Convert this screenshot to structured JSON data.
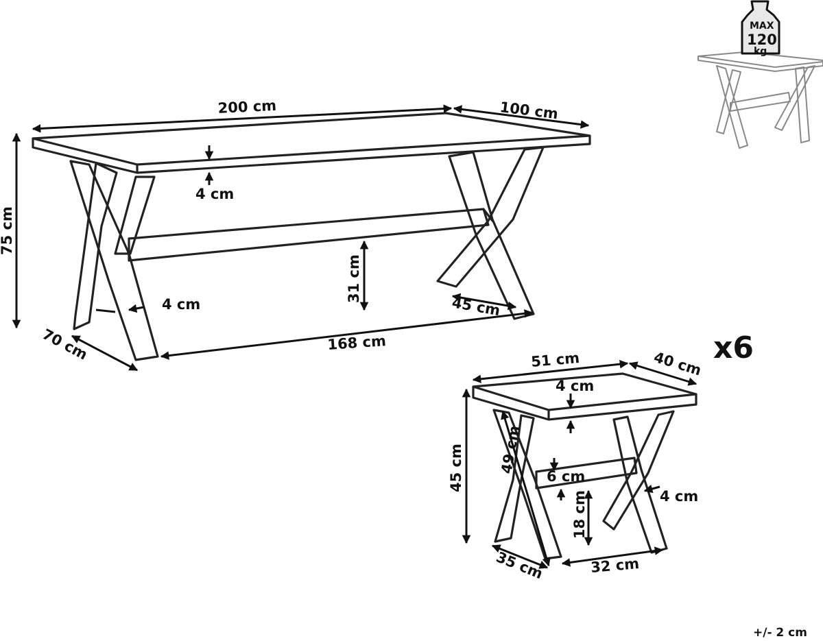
{
  "table": {
    "length": "200 cm",
    "width": "100 cm",
    "height": "75 cm",
    "top_thickness": "4 cm",
    "leg_thickness": "4 cm",
    "stretcher_height": "31 cm",
    "leg_base": "45 cm",
    "leg_spread": "168 cm",
    "depth": "70 cm"
  },
  "stool": {
    "quantity": "x6",
    "length": "51 cm",
    "width": "40 cm",
    "top_thickness": "4 cm",
    "height": "45 cm",
    "leg_length": "49 cm",
    "stretcher": "6 cm",
    "leg_thickness": "4 cm",
    "stretcher_height": "18 cm",
    "base_depth": "35 cm",
    "base_width": "32 cm"
  },
  "load": {
    "max": "MAX",
    "value": "120",
    "unit": "kg"
  },
  "tolerance": "+/- 2 cm"
}
